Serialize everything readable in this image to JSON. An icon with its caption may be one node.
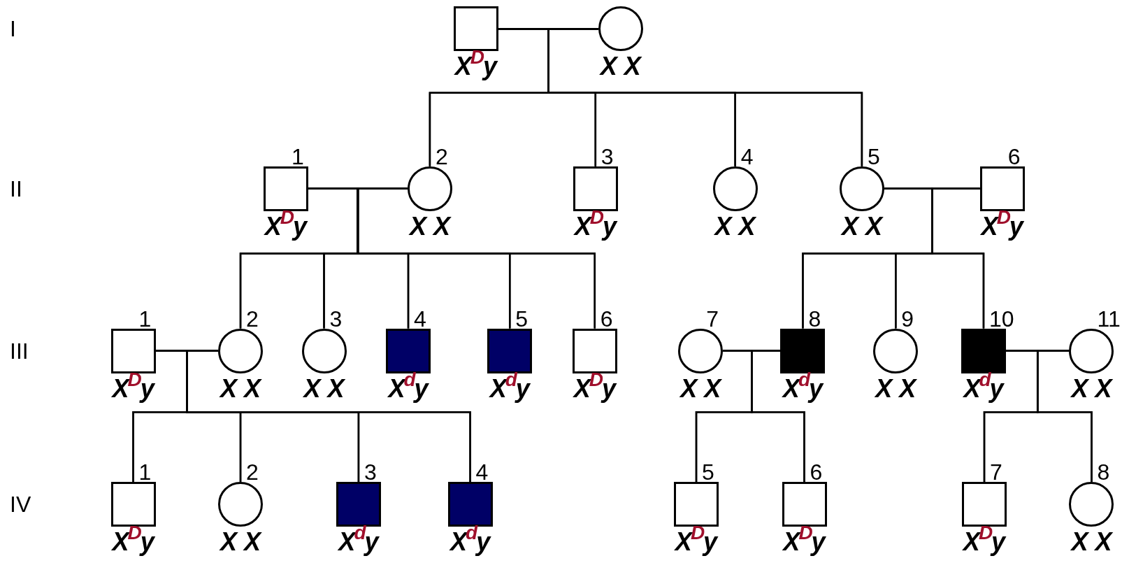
{
  "diagram": {
    "nodes": [
      {
        "text": [
          "X$^{D}$y"
        ]
      },
      {
        "text": [
          "X X"
        ]
      },
      {
        "text": [
          "X$^{D}$y"
        ],
        "beside": [
          "1"
        ]
      },
      {
        "text": [
          "X X"
        ],
        "beside": [
          "2"
        ]
      },
      {
        "text": [
          "X$^{D}$y"
        ],
        "beside": [
          "3"
        ]
      },
      {
        "text": [
          "X X"
        ],
        "beside": [
          "4"
        ]
      },
      {
        "text": [
          "X X"
        ],
        "beside": [
          "5"
        ]
      },
      {
        "text": [
          "X$^{D}$y"
        ],
        "beside": [
          "6"
        ]
      },
      {
        "text": [
          "X$^{D}$y"
        ],
        "beside": [
          "1"
        ]
      },
      {
        "text": [
          "X X"
        ],
        "beside": [
          "2"
        ]
      },
      {
        "text": [
          "X X"
        ],
        "beside": [
          "3"
        ]
      },
      {
        "text": [
          "X$^{d}$y"
        ],
        "beside": [
          "4"
        ]
      },
      {
        "text": [
          "X$^{d}$y"
        ],
        "beside": [
          "5"
        ]
      },
      {
        "text": [
          "X$^{D}$y"
        ],
        "beside": [
          "6"
        ]
      },
      {
        "text": [
          "X X"
        ],
        "beside": [
          "7"
        ]
      },
      {
        "text": [
          "X$^{d}$y"
        ],
        "beside": [
          "8"
        ]
      },
      {
        "text": [
          "X X"
        ],
        "beside": [
          "9"
        ]
      },
      {
        "text": [
          "X$^{d}$y"
        ],
        "beside": [
          "10"
        ]
      },
      {
        "text": [
          "X X"
        ],
        "beside": [
          "11"
        ]
      },
      {
        "text": [
          "X$^{D}$y"
        ],
        "beside": [
          "1"
        ]
      },
      {
        "text": [
          "X X"
        ],
        "beside": [
          "2"
        ]
      },
      {
        "text": [
          "X$^{d}$y"
        ],
        "beside": [
          "3"
        ]
      },
      {
        "text": [
          "X$^{d}$y"
        ],
        "beside": [
          "4"
        ]
      },
      {
        "text": [
          "X$^{D}$y"
        ],
        "beside": [
          "5"
        ]
      },
      {
        "text": [
          "X$^{D}$y"
        ],
        "beside": [
          "6"
        ]
      },
      {
        "text": [
          "X$^{D}$y"
        ],
        "beside": [
          "7"
        ]
      },
      {
        "text": [
          "X X"
        ],
        "beside": [
          "8"
        ]
      }
    ],
    "edges": [
      {
        "from": 0,
        "to": 1,
        "arrow": "none"
      },
      {
        "from": 0,
        "to": 3,
        "arrow": "none"
      },
      {
        "from": 1,
        "to": 3,
        "arrow": "none"
      },
      {
        "from": 0,
        "to": 4,
        "arrow": "none"
      },
      {
        "from": 1,
        "to": 4,
        "arrow": "none"
      },
      {
        "from": 0,
        "to": 5,
        "arrow": "none"
      },
      {
        "from": 1,
        "to": 5,
        "arrow": "none"
      },
      {
        "from": 0,
        "to": 6,
        "arrow": "none"
      },
      {
        "from": 1,
        "to": 6,
        "arrow": "none"
      },
      {
        "from": 2,
        "to": 3,
        "arrow": "none"
      },
      {
        "from": 2,
        "to": 9,
        "arrow": "none"
      },
      {
        "from": 3,
        "to": 9,
        "arrow": "none"
      },
      {
        "from": 2,
        "to": 10,
        "arrow": "none"
      },
      {
        "from": 3,
        "to": 10,
        "arrow": "none"
      },
      {
        "from": 2,
        "to": 11,
        "arrow": "none"
      },
      {
        "from": 3,
        "to": 11,
        "arrow": "none"
      },
      {
        "from": 2,
        "to": 12,
        "arrow": "none"
      },
      {
        "from": 3,
        "to": 12,
        "arrow": "none"
      },
      {
        "from": 2,
        "to": 13,
        "arrow": "none"
      },
      {
        "from": 3,
        "to": 13,
        "arrow": "none"
      },
      {
        "from": 6,
        "to": 7,
        "arrow": "none"
      },
      {
        "from": 6,
        "to": 15,
        "arrow": "none"
      },
      {
        "from": 7,
        "to": 15,
        "arrow": "none"
      },
      {
        "from": 6,
        "to": 16,
        "arrow": "none"
      },
      {
        "from": 7,
        "to": 16,
        "arrow": "none"
      },
      {
        "from": 6,
        "to": 17,
        "arrow": "none"
      },
      {
        "from": 7,
        "to": 17,
        "arrow": "none"
      },
      {
        "from": 8,
        "to": 9,
        "arrow": "none"
      },
      {
        "from": 8,
        "to": 19,
        "arrow": "none"
      },
      {
        "from": 9,
        "to": 19,
        "arrow": "none"
      },
      {
        "from": 8,
        "to": 20,
        "arrow": "none"
      },
      {
        "from": 9,
        "to": 20,
        "arrow": "none"
      },
      {
        "from": 8,
        "to": 21,
        "arrow": "none"
      },
      {
        "from": 9,
        "to": 21,
        "arrow": "none"
      },
      {
        "from": 8,
        "to": 22,
        "arrow": "none"
      },
      {
        "from": 9,
        "to": 22,
        "arrow": "none"
      },
      {
        "from": 14,
        "to": 15,
        "arrow": "none"
      },
      {
        "from": 14,
        "to": 23,
        "arrow": "none"
      },
      {
        "from": 15,
        "to": 23,
        "arrow": "none"
      },
      {
        "from": 14,
        "to": 24,
        "arrow": "none"
      },
      {
        "from": 15,
        "to": 24,
        "arrow": "none"
      },
      {
        "from": 17,
        "to": 18,
        "arrow": "none"
      },
      {
        "from": 17,
        "to": 25,
        "arrow": "none"
      },
      {
        "from": 18,
        "to": 25,
        "arrow": "none"
      },
      {
        "from": 17,
        "to": 26,
        "arrow": "none"
      },
      {
        "from": 18,
        "to": 26,
        "arrow": "none"
      }
    ],
    "labels": [
      "I",
      "II",
      "III",
      "IV"
    ]
  }
}
